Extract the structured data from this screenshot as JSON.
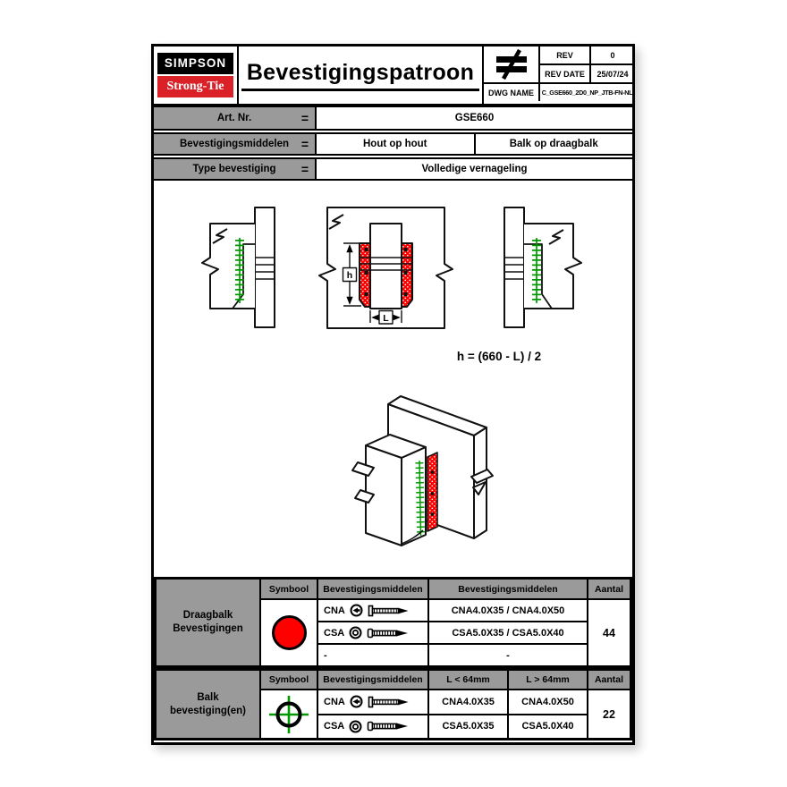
{
  "colors": {
    "accent_red": "#ff0000",
    "nail_green": "#009a00",
    "cell_gray": "#9a9a9a",
    "logo_red": "#da2128"
  },
  "logo": {
    "top": "SIMPSON",
    "bottom": "Strong-Tie"
  },
  "header": {
    "title": "Bevestigingspatroon",
    "rev_label": "REV",
    "rev_value": "0",
    "rev_date_label": "REV DATE",
    "rev_date_value": "25/07/24",
    "dwg_label": "DWG NAME",
    "dwg_value": "C_GSE660_2D0_NP_JTB-FN-NL"
  },
  "info": {
    "art": {
      "label": "Art. Nr.",
      "eq": "=",
      "value": "GSE660"
    },
    "middelen": {
      "label": "Bevestigingsmiddelen",
      "eq": "=",
      "value1": "Hout op hout",
      "value2": "Balk op draagbalk"
    },
    "type": {
      "label": "Type bevestiging",
      "eq": "=",
      "value": "Volledige vernageling"
    }
  },
  "diagram": {
    "formula": "h = (660 - L) / 2",
    "dim_h": "h",
    "dim_l": "L"
  },
  "table1": {
    "title1": "Draagbalk",
    "title2": "Bevestigingen",
    "headers": [
      "Symbool",
      "Bevestigingsmiddelen",
      "Bevestigingsmiddelen",
      "Aantal"
    ],
    "rows": [
      {
        "name": "CNA",
        "spec": "CNA4.0X35 / CNA4.0X50"
      },
      {
        "name": "CSA",
        "spec": "CSA5.0X35 / CSA5.0X40"
      },
      {
        "name": "-",
        "spec": "-"
      }
    ],
    "aantal": "44"
  },
  "table2": {
    "title1": "Balk",
    "title2": "bevestiging(en)",
    "headers": [
      "Symbool",
      "Bevestigingsmiddelen",
      "L < 64mm",
      "L > 64mm",
      "Aantal"
    ],
    "rows": [
      {
        "name": "CNA",
        "short": "CNA4.0X35",
        "long": "CNA4.0X50"
      },
      {
        "name": "CSA",
        "short": "CSA5.0X35",
        "long": "CSA5.0X40"
      }
    ],
    "aantal": "22"
  }
}
